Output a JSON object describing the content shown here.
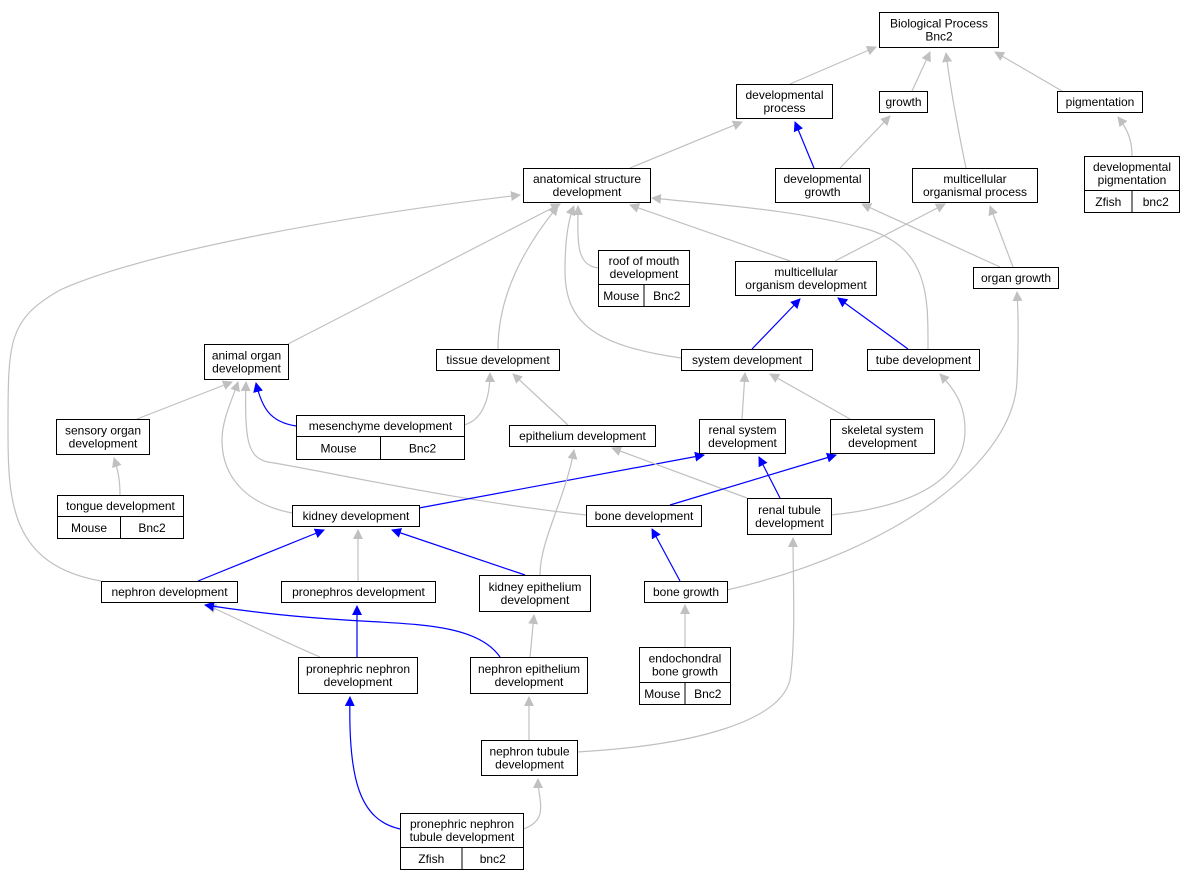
{
  "colors": {
    "edge_grey": "#c0c0c0",
    "edge_blue": "#0000ff",
    "mouse_cell": "#add8e6",
    "zfish_cell": "#6495ed"
  },
  "nodes": {
    "bp": {
      "lines": [
        "Biological Process",
        "Bnc2"
      ]
    },
    "devproc": {
      "lines": [
        "developmental",
        "process"
      ]
    },
    "growth": {
      "lines": [
        "growth"
      ]
    },
    "pigmentation": {
      "lines": [
        "pigmentation"
      ]
    },
    "devpig": {
      "lines": [
        "developmental",
        "pigmentation"
      ],
      "cells": [
        "Zfish",
        "bnc2"
      ]
    },
    "asd": {
      "lines": [
        "anatomical structure",
        "development"
      ]
    },
    "devgrowth": {
      "lines": [
        "developmental",
        "growth"
      ]
    },
    "mop": {
      "lines": [
        "multicellular",
        "organismal process"
      ]
    },
    "roof": {
      "lines": [
        "roof of mouth",
        "development"
      ],
      "cells": [
        "Mouse",
        "Bnc2"
      ]
    },
    "mod": {
      "lines": [
        "multicellular",
        "organism development"
      ]
    },
    "organgrowth": {
      "lines": [
        "organ growth"
      ]
    },
    "animalorgan": {
      "lines": [
        "animal organ",
        "development"
      ]
    },
    "tissue": {
      "lines": [
        "tissue development"
      ]
    },
    "system": {
      "lines": [
        "system development"
      ]
    },
    "tube": {
      "lines": [
        "tube development"
      ]
    },
    "mesenchyme": {
      "lines": [
        "mesenchyme development"
      ],
      "cells": [
        "Mouse",
        "Bnc2"
      ]
    },
    "sensory": {
      "lines": [
        "sensory organ",
        "development"
      ]
    },
    "epithelium": {
      "lines": [
        "epithelium development"
      ]
    },
    "renal": {
      "lines": [
        "renal system",
        "development"
      ]
    },
    "skeletal": {
      "lines": [
        "skeletal system",
        "development"
      ]
    },
    "tongue": {
      "lines": [
        "tongue development"
      ],
      "cells": [
        "Mouse",
        "Bnc2"
      ]
    },
    "kidney": {
      "lines": [
        "kidney development"
      ]
    },
    "bonedev": {
      "lines": [
        "bone development"
      ]
    },
    "renaltubule": {
      "lines": [
        "renal tubule",
        "development"
      ]
    },
    "nephron": {
      "lines": [
        "nephron development"
      ]
    },
    "pronephros": {
      "lines": [
        "pronephros development"
      ]
    },
    "kidneyepi": {
      "lines": [
        "kidney epithelium",
        "development"
      ]
    },
    "bonegrowth": {
      "lines": [
        "bone growth"
      ]
    },
    "pronephron": {
      "lines": [
        "pronephric nephron",
        "development"
      ]
    },
    "nephronepi": {
      "lines": [
        "nephron epithelium",
        "development"
      ]
    },
    "endochondral": {
      "lines": [
        "endochondral",
        "bone growth"
      ],
      "cells": [
        "Mouse",
        "Bnc2"
      ]
    },
    "nephrontubule": {
      "lines": [
        "nephron tubule",
        "development"
      ]
    },
    "pronephrictubule": {
      "lines": [
        "pronephric nephron",
        "tubule development"
      ],
      "cells": [
        "Zfish",
        "bnc2"
      ]
    }
  },
  "edges": [
    {
      "from": "devproc",
      "to": "bp",
      "color": "grey"
    },
    {
      "from": "growth",
      "to": "bp",
      "color": "grey"
    },
    {
      "from": "pigmentation",
      "to": "bp",
      "color": "grey"
    },
    {
      "from": "mop",
      "to": "bp",
      "color": "grey"
    },
    {
      "from": "devpig",
      "to": "pigmentation",
      "color": "grey"
    },
    {
      "from": "asd",
      "to": "devproc",
      "color": "grey"
    },
    {
      "from": "devgrowth",
      "to": "devproc",
      "color": "blue"
    },
    {
      "from": "devgrowth",
      "to": "growth",
      "color": "grey"
    },
    {
      "from": "mod",
      "to": "asd",
      "color": "grey"
    },
    {
      "from": "mod",
      "to": "mop",
      "color": "grey"
    },
    {
      "from": "organgrowth",
      "to": "mop",
      "color": "grey"
    },
    {
      "from": "organgrowth",
      "to": "devgrowth",
      "color": "grey"
    },
    {
      "from": "roof",
      "to": "asd",
      "color": "grey"
    },
    {
      "from": "animalorgan",
      "to": "asd",
      "color": "grey"
    },
    {
      "from": "tissue",
      "to": "asd",
      "color": "grey"
    },
    {
      "from": "system",
      "to": "asd",
      "color": "grey"
    },
    {
      "from": "tube",
      "to": "asd",
      "color": "grey"
    },
    {
      "from": "nephron",
      "to": "asd",
      "color": "grey"
    },
    {
      "from": "system",
      "to": "mod",
      "color": "blue"
    },
    {
      "from": "tube",
      "to": "mod",
      "color": "blue"
    },
    {
      "from": "sensory",
      "to": "animalorgan",
      "color": "grey"
    },
    {
      "from": "mesenchyme",
      "to": "animalorgan",
      "color": "blue"
    },
    {
      "from": "mesenchyme",
      "to": "tissue",
      "color": "grey"
    },
    {
      "from": "epithelium",
      "to": "tissue",
      "color": "grey"
    },
    {
      "from": "renal",
      "to": "system",
      "color": "grey"
    },
    {
      "from": "skeletal",
      "to": "system",
      "color": "grey"
    },
    {
      "from": "tongue",
      "to": "sensory",
      "color": "grey"
    },
    {
      "from": "kidney",
      "to": "animalorgan",
      "color": "grey"
    },
    {
      "from": "bonedev",
      "to": "animalorgan",
      "color": "grey"
    },
    {
      "from": "kidney",
      "to": "renal",
      "color": "blue"
    },
    {
      "from": "renaltubule",
      "to": "renal",
      "color": "blue"
    },
    {
      "from": "renaltubule",
      "to": "epithelium",
      "color": "grey"
    },
    {
      "from": "renaltubule",
      "to": "tube",
      "color": "grey"
    },
    {
      "from": "bonedev",
      "to": "skeletal",
      "color": "blue"
    },
    {
      "from": "nephron",
      "to": "kidney",
      "color": "blue"
    },
    {
      "from": "pronephros",
      "to": "kidney",
      "color": "grey"
    },
    {
      "from": "kidneyepi",
      "to": "kidney",
      "color": "blue"
    },
    {
      "from": "kidneyepi",
      "to": "epithelium",
      "color": "grey"
    },
    {
      "from": "bonegrowth",
      "to": "bonedev",
      "color": "blue"
    },
    {
      "from": "bonegrowth",
      "to": "organgrowth",
      "color": "grey"
    },
    {
      "from": "pronephron",
      "to": "nephron",
      "color": "grey"
    },
    {
      "from": "pronephron",
      "to": "pronephros",
      "color": "blue"
    },
    {
      "from": "nephronepi",
      "to": "nephron",
      "color": "blue"
    },
    {
      "from": "nephronepi",
      "to": "kidneyepi",
      "color": "grey"
    },
    {
      "from": "endochondral",
      "to": "bonegrowth",
      "color": "grey"
    },
    {
      "from": "nephrontubule",
      "to": "nephronepi",
      "color": "grey"
    },
    {
      "from": "nephrontubule",
      "to": "renaltubule",
      "color": "grey"
    },
    {
      "from": "pronephrictubule",
      "to": "pronephron",
      "color": "blue"
    },
    {
      "from": "pronephrictubule",
      "to": "nephrontubule",
      "color": "grey"
    }
  ]
}
